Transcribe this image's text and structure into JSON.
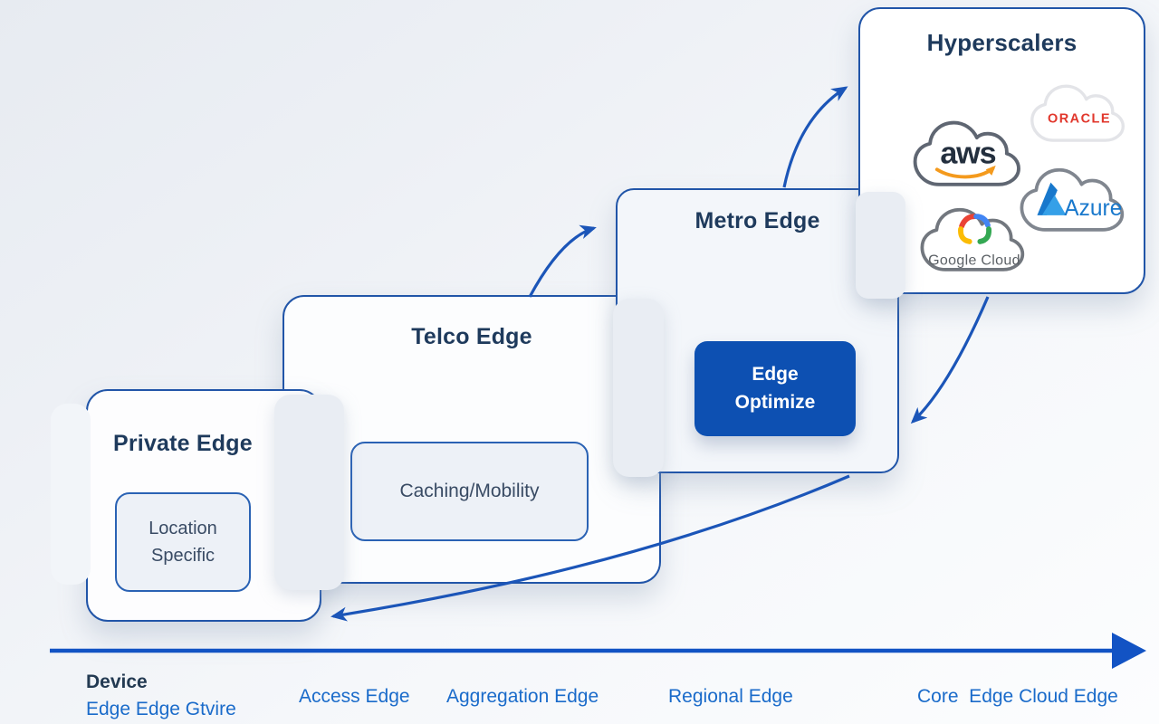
{
  "cards": {
    "private": {
      "title": "Private Edge",
      "box": "Location Specific"
    },
    "telco": {
      "title": "Telco Edge",
      "box": "Caching/Mobility"
    },
    "metro": {
      "title": "Metro Edge",
      "box_line1": "Edge",
      "box_line2": "Optimize"
    },
    "hyperscalers": {
      "title": "Hyperscalers",
      "providers": {
        "oracle": "ORACLE",
        "aws": "aws",
        "azure": "Azure",
        "google": "Google Cloud"
      }
    }
  },
  "axis": {
    "device_title": "Device",
    "device_sub": "Edge Edge Gtvire",
    "access": "Access Edge",
    "aggregation": "Aggregation Edge",
    "regional": "Regional Edge",
    "core_cloud": "Core  Edge Cloud Edge"
  },
  "colors": {
    "card_border_blue": "#2155a8",
    "arrow_blue": "#1b55b8",
    "axis_blue": "#1253c4",
    "title_navy": "#1e3a5c",
    "inner_box_bg": "#edf1f7",
    "solid_button_bg": "#0d50b2",
    "axis_label_blue": "#1a6bca",
    "oracle_red": "#e1372c",
    "aws_navy": "#232f3e",
    "aws_orange": "#f49a1d",
    "azure_blue": "#1878cc",
    "google_gray": "#5c6166"
  }
}
